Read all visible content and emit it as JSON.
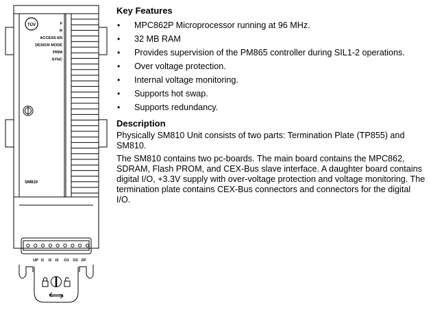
{
  "module": {
    "brand_logo": "TÜV",
    "status_leds": [
      "F",
      "R",
      "ACCESS EN",
      "DESIGN MODE",
      "PRIM",
      "SYNC"
    ],
    "model_label": "SM810",
    "connector_pins": [
      "UP",
      "I1",
      "I2",
      "I3",
      "O1",
      "O2",
      "ZP"
    ],
    "icons": [
      "lock-closed-icon",
      "rotary-switch-icon",
      "lock-open-icon",
      "slide-arrow-icon"
    ]
  },
  "key_features": {
    "heading": "Key Features",
    "items": [
      "MPC862P Microprocessor running at 96 MHz.",
      "32 MB RAM",
      "Provides supervision of the PM865 controller during SIL1-2 operations.",
      "Over voltage protection.",
      "Internal voltage monitoring.",
      "Supports hot swap.",
      "Supports redundancy."
    ]
  },
  "description": {
    "heading": "Description",
    "paragraphs": [
      "Physically SM810 Unit consists of two parts: Termination Plate (TP855) and SM810.",
      "The SM810 contains two pc-boards. The main board contains the MPC862, SDRAM, Flash PROM, and CEX-Bus slave interface. A daughter board contains digital I/O, +3.3V supply with over-voltage protection and voltage monitoring. The termination plate contains CEX-Bus connectors and connectors for the digital I/O."
    ]
  }
}
